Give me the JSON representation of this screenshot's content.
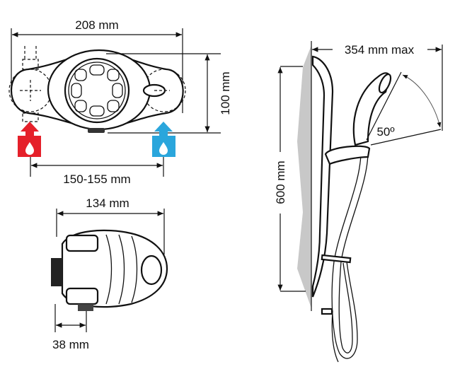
{
  "front_view": {
    "width_label": "208 mm",
    "height_label": "100 mm",
    "inlet_spacing_label": "150-155 mm",
    "hot_inlet_color": "#e5202a",
    "cold_inlet_color": "#2aa6dc"
  },
  "side_view": {
    "depth_label": "134 mm",
    "projection_label": "38 mm"
  },
  "riser_rail": {
    "reach_label": "354 mm max",
    "angle_label": "50º",
    "length_label": "600 mm"
  }
}
